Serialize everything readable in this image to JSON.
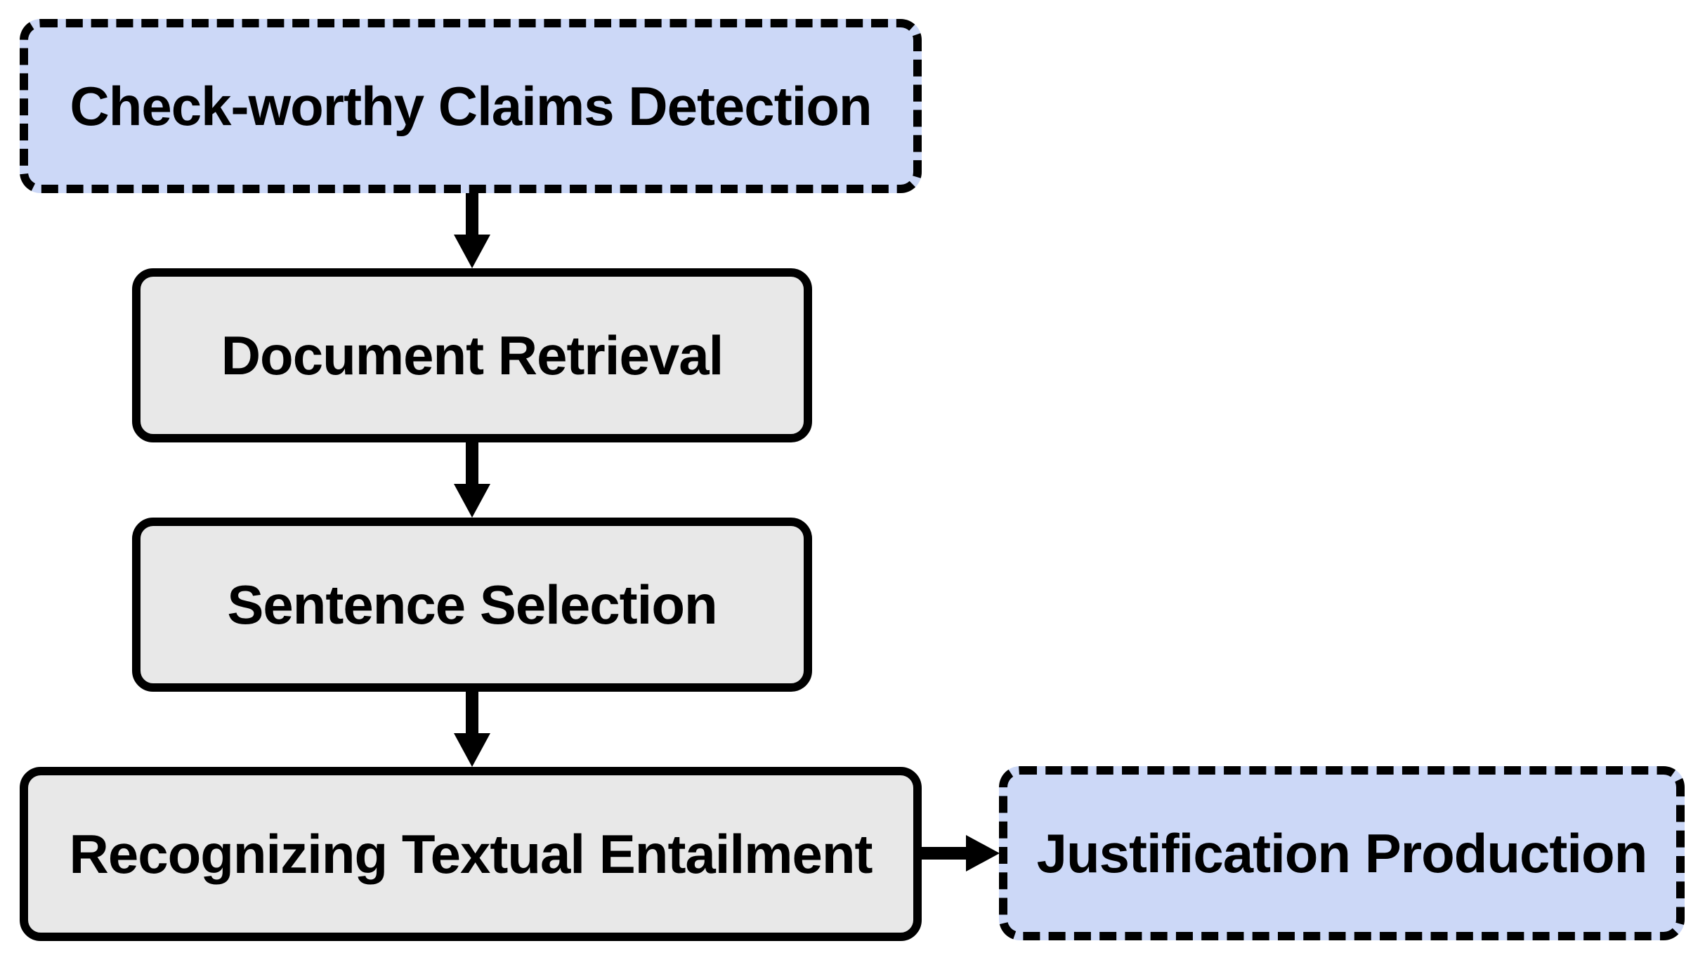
{
  "diagram": {
    "type": "flowchart",
    "nodes": [
      {
        "label": "Check-worthy Claims Detection",
        "style": "dashed-blue"
      },
      {
        "label": "Document Retrieval",
        "style": "solid-gray"
      },
      {
        "label": "Sentence Selection",
        "style": "solid-gray"
      },
      {
        "label": "Recognizing Textual Entailment",
        "style": "solid-gray"
      },
      {
        "label": "Justification Production",
        "style": "dashed-blue"
      }
    ],
    "edges": [
      {
        "from": "Check-worthy Claims Detection",
        "to": "Document Retrieval",
        "direction": "down"
      },
      {
        "from": "Document Retrieval",
        "to": "Sentence Selection",
        "direction": "down"
      },
      {
        "from": "Sentence Selection",
        "to": "Recognizing Textual Entailment",
        "direction": "down"
      },
      {
        "from": "Recognizing Textual Entailment",
        "to": "Justification Production",
        "direction": "right"
      }
    ],
    "colors": {
      "blue_fill": "#ccd8f7",
      "gray_fill": "#e8e8e8",
      "border": "#000000",
      "text": "#000000",
      "background": "#ffffff"
    }
  }
}
